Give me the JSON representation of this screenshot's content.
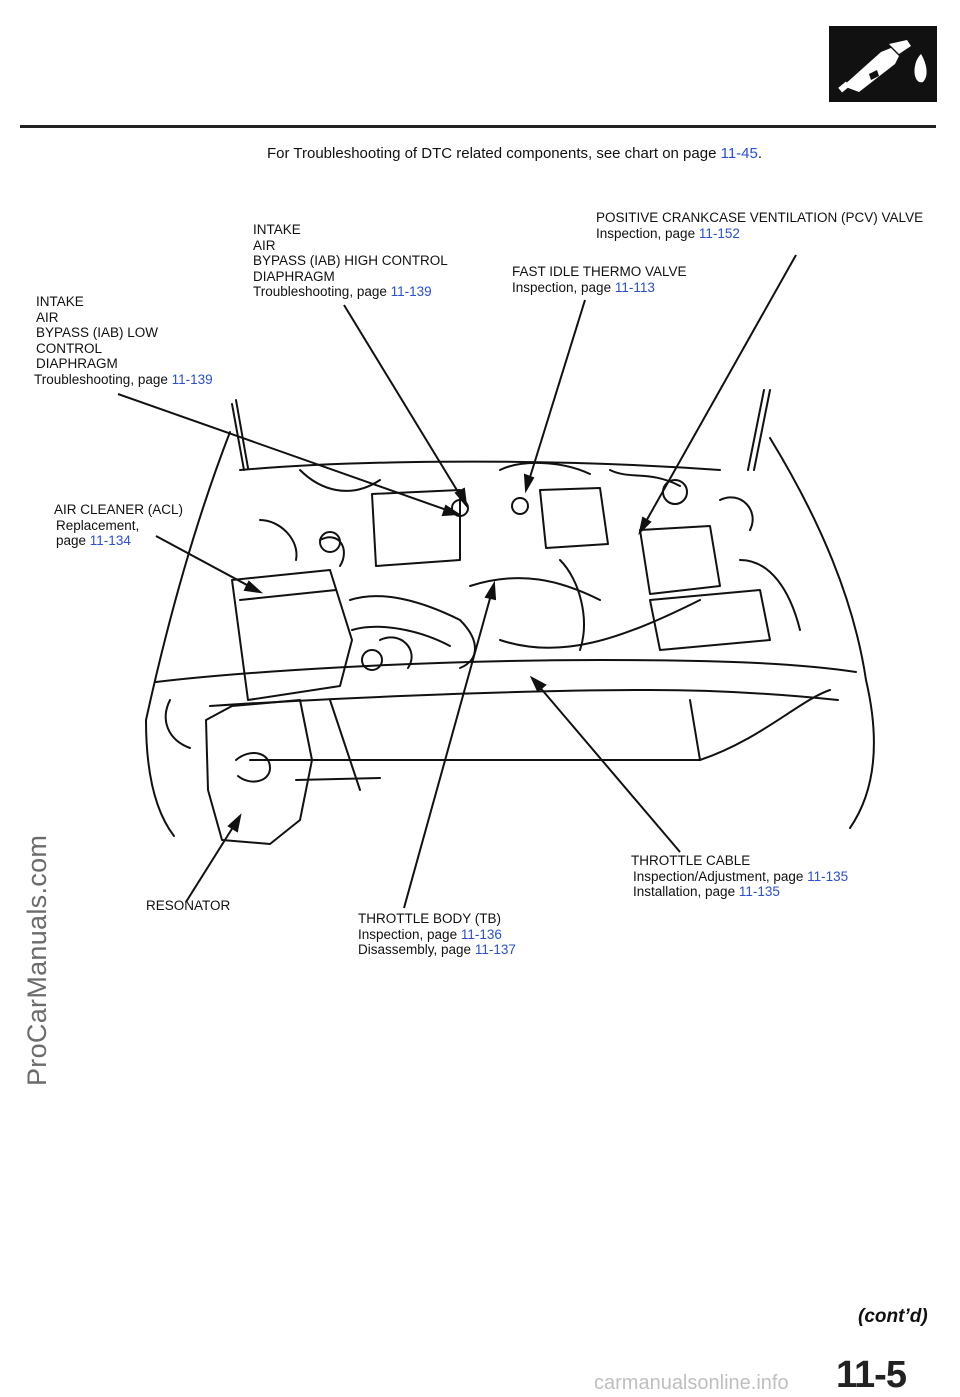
{
  "header": {
    "section_icon": "fuel-nozzle-icon",
    "intro_text": "For Troubleshooting of DTC related components, see chart on page ",
    "intro_link": "11-45",
    "intro_end": "."
  },
  "callouts": {
    "iab_high": {
      "lines": [
        "INTAKE",
        "AIR",
        "BYPASS (IAB) HIGH CONTROL",
        "DIAPHRAGM"
      ],
      "ref_text": "Troubleshooting,  page ",
      "ref_link": "11-139"
    },
    "iab_low": {
      "lines": [
        "INTAKE",
        "AIR",
        "BYPASS (IAB) LOW",
        "CONTROL",
        "DIAPHRAGM"
      ],
      "ref_text": "Troubleshooting,  page ",
      "ref_link": "11-139"
    },
    "pcv": {
      "title": "POSITIVE CRANKCASE VENTILATION (PCV) VALVE",
      "ref_text": "Inspection,  page ",
      "ref_link": "11-152"
    },
    "fast_idle": {
      "title": "FAST IDLE THERMO VALVE",
      "ref_text": "Inspection,  page ",
      "ref_link": "11-113"
    },
    "acl": {
      "title": "AIR CLEANER (ACL)",
      "ref_line1": "Replacement,",
      "ref_text": "page ",
      "ref_link": "11-134"
    },
    "throttle_cable": {
      "title": "THROTTLE  CABLE",
      "ref1_text": "Inspection/Adjustment,  page ",
      "ref1_link": "11-135",
      "ref2_text": "Installation, page ",
      "ref2_link": "11-135"
    },
    "resonator": {
      "title": "RESONATOR"
    },
    "throttle_body": {
      "title": "THROTTLE BODY (TB)",
      "ref1_text": "Inspection,  page ",
      "ref1_link": "11-136",
      "ref2_text": "Disassembly,  page ",
      "ref2_link": "11-137"
    }
  },
  "watermark": "ProCarManuals.com",
  "footer": {
    "contd": "(cont’d)",
    "page_number": "11-5",
    "site": "carmanualsonline.info"
  },
  "colors": {
    "link": "#2a4fd0",
    "ink": "#111111",
    "watermark": "#6b6b6b"
  }
}
